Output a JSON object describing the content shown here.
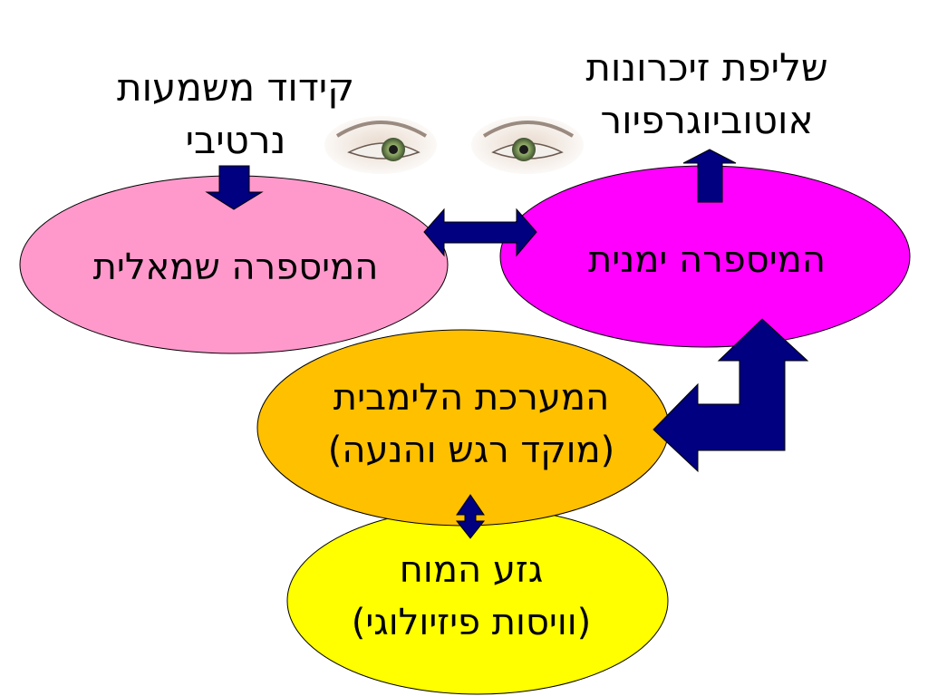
{
  "colors": {
    "arrow": "#000080",
    "left_hemisphere": "#ff99cc",
    "right_hemisphere": "#ff00ff",
    "limbic": "#ffc000",
    "brainstem": "#ffff00",
    "outline": "#000000"
  },
  "icons": {
    "eyes": "eyes-image"
  },
  "captions": {
    "autobiographical_retrieval": [
      "שליפת זיכרונות",
      "אוטוביוגרפיור"
    ],
    "narrative_encoding": [
      "קידוד משמעות",
      "נרטיבי"
    ]
  },
  "nodes": {
    "left_hemisphere": "המיספרה שמאלית",
    "right_hemisphere": "המיספרה ימנית",
    "limbic_system": [
      "המערכת הלימבית",
      "(מוקד רגש והנעה)"
    ],
    "brainstem": [
      "גזע המוח",
      "(וויסות פיזיולוגי)"
    ]
  }
}
